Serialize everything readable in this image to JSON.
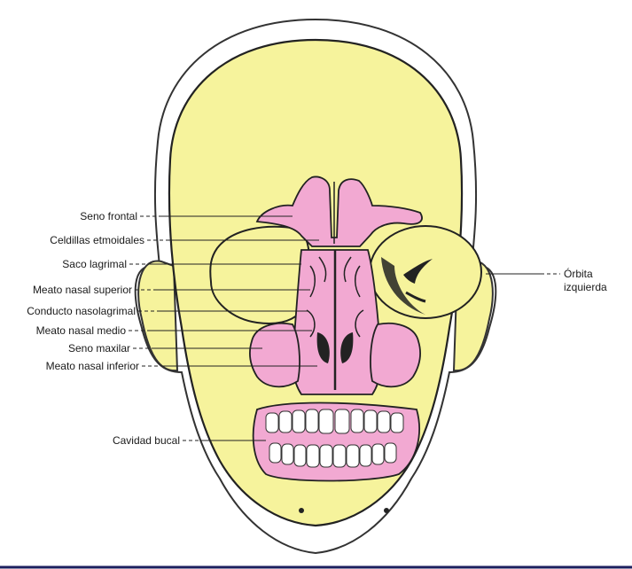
{
  "labels": {
    "seno_frontal": "Seno frontal",
    "celdillas_etmoidales": "Celdillas etmoidales",
    "saco_lagrimal": "Saco lagrimal",
    "meato_superior": "Meato nasal superior",
    "conducto_nasolagrimal": "Conducto nasolagrimal",
    "meato_medio": "Meato nasal medio",
    "seno_maxilar": "Seno maxilar",
    "meato_inferior": "Meato nasal inferior",
    "cavidad_bucal": "Cavidad bucal",
    "orbita_line1": "Órbita",
    "orbita_line2": "izquierda"
  },
  "colors": {
    "skull": "#f6f39c",
    "sinus": "#f2a9d2",
    "outline": "#222222",
    "background": "#ffffff",
    "border": "#1b1f5e"
  }
}
